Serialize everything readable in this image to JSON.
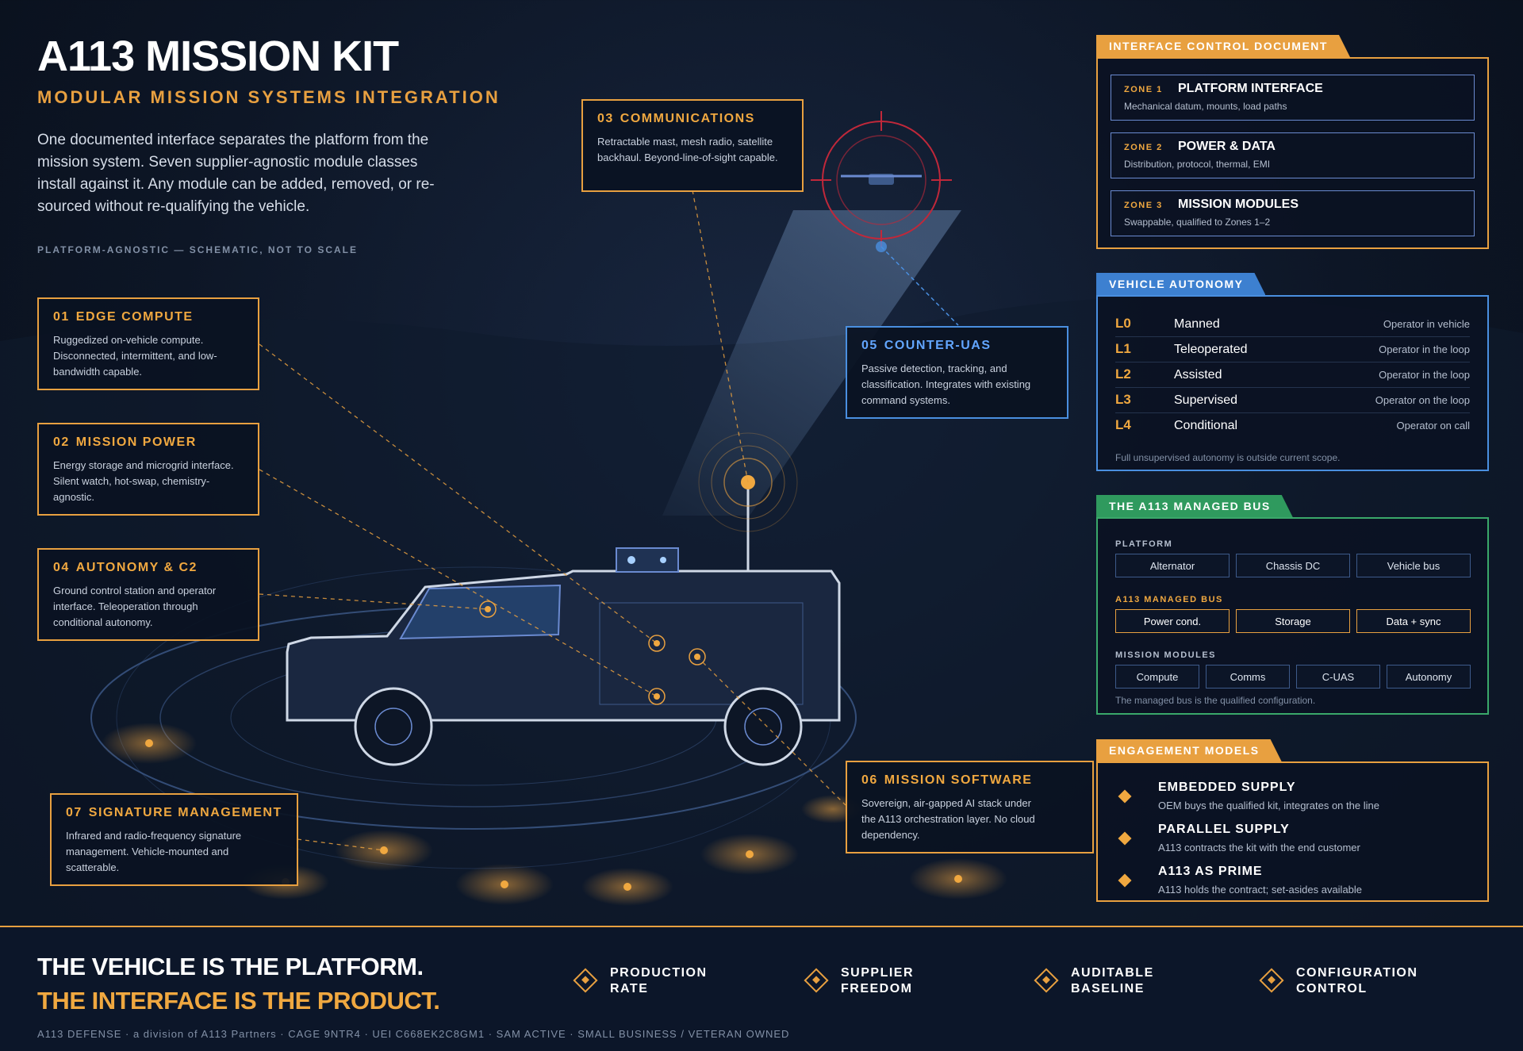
{
  "header": {
    "title": "A113 MISSION KIT",
    "subtitle": "MODULAR MISSION SYSTEMS INTEGRATION",
    "intro": "One documented interface separates the platform from the mission system. Seven supplier-agnostic module classes install against it. Any module can be added, removed, or re-sourced without re-qualifying the vehicle.",
    "note": "PLATFORM-AGNOSTIC — SCHEMATIC, NOT TO SCALE"
  },
  "callouts": {
    "c01": {
      "num": "01",
      "title": "EDGE COMPUTE",
      "desc": "Ruggedized on-vehicle compute. Disconnected, intermittent, and low-bandwidth capable."
    },
    "c02": {
      "num": "02",
      "title": "MISSION POWER",
      "desc": "Energy storage and microgrid interface. Silent watch, hot-swap, chemistry-agnostic."
    },
    "c03": {
      "num": "03",
      "title": "COMMUNICATIONS",
      "desc": "Retractable mast, mesh radio, satellite backhaul. Beyond-line-of-sight capable."
    },
    "c04": {
      "num": "04",
      "title": "AUTONOMY & C2",
      "desc": "Ground control station and operator interface. Teleoperation through conditional autonomy."
    },
    "c05": {
      "num": "05",
      "title": "COUNTER-UAS",
      "desc": "Passive detection, tracking, and classification. Integrates with existing command systems."
    },
    "c06": {
      "num": "06",
      "title": "MISSION SOFTWARE",
      "desc": "Sovereign, air-gapped AI stack under the A113 orchestration layer. No cloud dependency."
    },
    "c07": {
      "num": "07",
      "title": "SIGNATURE MANAGEMENT",
      "desc": "Infrared and radio-frequency signature management. Vehicle-mounted and scatterable."
    }
  },
  "icd": {
    "tab": "INTERFACE CONTROL DOCUMENT",
    "zones": [
      {
        "label": "ZONE 1",
        "title": "PLATFORM INTERFACE",
        "desc": "Mechanical datum, mounts, load paths"
      },
      {
        "label": "ZONE 2",
        "title": "POWER & DATA",
        "desc": "Distribution, protocol, thermal, EMI"
      },
      {
        "label": "ZONE 3",
        "title": "MISSION MODULES",
        "desc": "Swappable, qualified to Zones 1–2"
      }
    ]
  },
  "autonomy": {
    "tab": "VEHICLE AUTONOMY",
    "levels": [
      {
        "code": "L0",
        "name": "Manned",
        "role": "Operator in vehicle"
      },
      {
        "code": "L1",
        "name": "Teleoperated",
        "role": "Operator in the loop"
      },
      {
        "code": "L2",
        "name": "Assisted",
        "role": "Operator in the loop"
      },
      {
        "code": "L3",
        "name": "Supervised",
        "role": "Operator on the loop"
      },
      {
        "code": "L4",
        "name": "Conditional",
        "role": "Operator on call"
      }
    ],
    "note": "Full unsupervised autonomy is outside current scope."
  },
  "bus": {
    "tab": "THE A113 MANAGED BUS",
    "platform_label": "PLATFORM",
    "platform": [
      "Alternator",
      "Chassis DC",
      "Vehicle bus"
    ],
    "managed_label": "A113 MANAGED BUS",
    "managed": [
      "Power cond.",
      "Storage",
      "Data + sync"
    ],
    "modules_label": "MISSION MODULES",
    "modules": [
      "Compute",
      "Comms",
      "C-UAS",
      "Autonomy"
    ],
    "note": "The managed bus is the qualified configuration."
  },
  "engagement": {
    "tab": "ENGAGEMENT MODELS",
    "items": [
      {
        "title": "EMBEDDED SUPPLY",
        "desc": "OEM buys the qualified kit, integrates on the line"
      },
      {
        "title": "PARALLEL SUPPLY",
        "desc": "A113 contracts the kit with the end customer"
      },
      {
        "title": "A113 AS PRIME",
        "desc": "A113 holds the contract; set-asides available"
      }
    ]
  },
  "footer": {
    "line1": "THE VEHICLE IS THE PLATFORM.",
    "line2": "THE INTERFACE IS THE PRODUCT.",
    "pillars": [
      "PRODUCTION\nRATE",
      "SUPPLIER\nFREEDOM",
      "AUDITABLE\nBASELINE",
      "CONFIGURATION\nCONTROL"
    ],
    "legal": "A113 DEFENSE · a division of A113 Partners · CAGE 9NTR4 · UEI C668EK2C8GM1 · SAM ACTIVE · SMALL BUSINESS / VETERAN OWNED"
  },
  "colors": {
    "accent": "#e8a040",
    "blue": "#4a8fe0",
    "green": "#3aa86a",
    "background": "#0d1626"
  }
}
